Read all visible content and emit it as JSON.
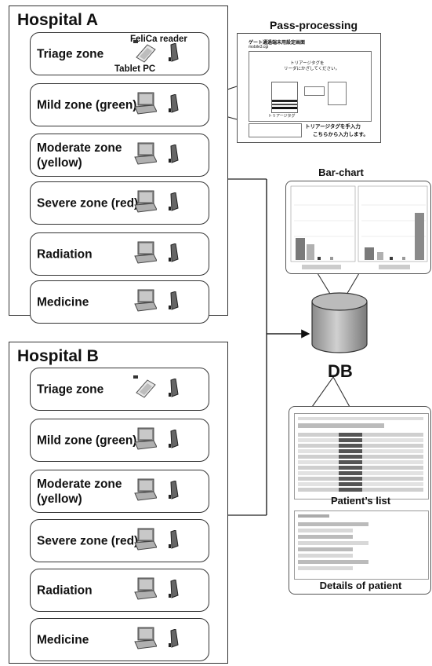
{
  "hospital_a": {
    "title": "Hospital A",
    "zones": [
      {
        "label": "Triage zone"
      },
      {
        "label": "Mild zone (green)"
      },
      {
        "label": "Moderate zone (yellow)"
      },
      {
        "label": "Severe zone (red)"
      },
      {
        "label": "Radiation"
      },
      {
        "label": "Medicine"
      }
    ],
    "felica_label": "FeliCa reader",
    "tablet_label": "Tablet PC"
  },
  "hospital_b": {
    "title": "Hospital B",
    "zones": [
      {
        "label": "Triage zone"
      },
      {
        "label": "Mild zone (green)"
      },
      {
        "label": "Moderate zone (yellow)"
      },
      {
        "label": "Severe zone (red)"
      },
      {
        "label": "Radiation"
      },
      {
        "label": "Medicine"
      }
    ]
  },
  "pass_processing": {
    "title": "Pass-processing",
    "screen_header": "ゲート通過端末用設定画面",
    "screen_sub": "mobile3.cgi",
    "screen_prompt_1": "トリアージタグを",
    "screen_prompt_2": "リーダにかざしてください。",
    "screen_tag_label": "トリアージタグ",
    "screen_note_1": "トリアージタグを手入力",
    "screen_note_2": "こちらから入力します。"
  },
  "bar_chart": {
    "title": "Bar-chart"
  },
  "db": {
    "label": "DB"
  },
  "patient_list": {
    "label": "Patient’s list"
  },
  "patient_details": {
    "label": "Details of patient"
  }
}
